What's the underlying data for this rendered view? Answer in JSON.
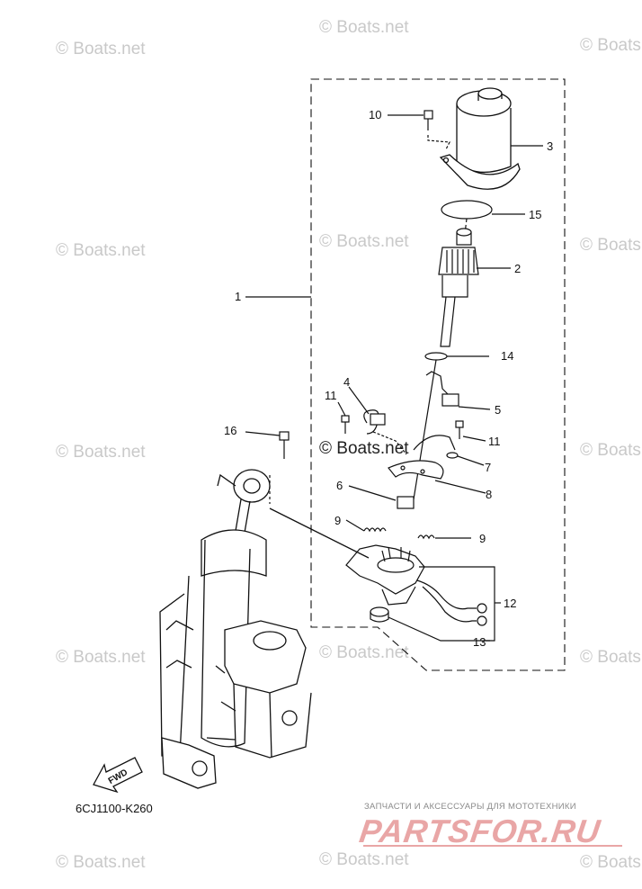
{
  "watermarks": [
    "© Boats.net",
    "© Boats.net",
    "© Boats.net",
    "© Boats.net",
    "© Boats.net",
    "© Boats.net",
    "© Boats.net",
    "© Boats.net",
    "© Boats.net",
    "© Boats.net",
    "© Boats.net",
    "© Boats.net",
    "© Boats.net",
    "© Boats.net",
    "© Boats.net"
  ],
  "callouts": {
    "n1": "1",
    "n2": "2",
    "n3": "3",
    "n4": "4",
    "n5": "5",
    "n6": "6",
    "n7": "7",
    "n8": "8",
    "n9a": "9",
    "n9b": "9",
    "n10": "10",
    "n11a": "11",
    "n11b": "11",
    "n12": "12",
    "n13": "13",
    "n14": "14",
    "n15": "15",
    "n16": "16"
  },
  "diagram_code": "6CJ1100-K260",
  "fwd_label": "FWD",
  "brand": {
    "tagline": "ЗАПЧАСТИ И АКСЕССУАРЫ ДЛЯ МОТОТЕХНИКИ",
    "logo_text": "PARTSFOR.RU",
    "logo_color": "#e9a6a6"
  }
}
